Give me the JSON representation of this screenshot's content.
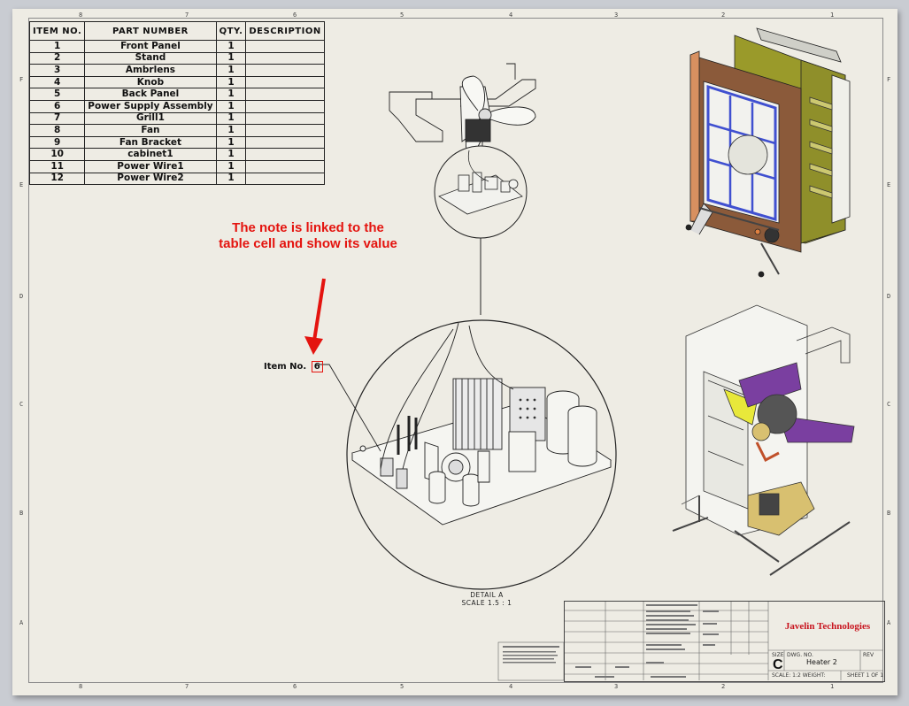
{
  "bom": {
    "headers": [
      "ITEM NO.",
      "PART NUMBER",
      "QTY.",
      "DESCRIPTION"
    ],
    "rows": [
      {
        "item": "1",
        "part": "Front Panel",
        "qty": "1",
        "desc": ""
      },
      {
        "item": "2",
        "part": "Stand",
        "qty": "1",
        "desc": ""
      },
      {
        "item": "3",
        "part": "Ambrlens",
        "qty": "1",
        "desc": ""
      },
      {
        "item": "4",
        "part": "Knob",
        "qty": "1",
        "desc": ""
      },
      {
        "item": "5",
        "part": "Back Panel",
        "qty": "1",
        "desc": ""
      },
      {
        "item": "6",
        "part": "Power Supply Assembly",
        "qty": "1",
        "desc": ""
      },
      {
        "item": "7",
        "part": "Grill1",
        "qty": "1",
        "desc": ""
      },
      {
        "item": "8",
        "part": "Fan",
        "qty": "1",
        "desc": ""
      },
      {
        "item": "9",
        "part": "Fan Bracket",
        "qty": "1",
        "desc": ""
      },
      {
        "item": "10",
        "part": "cabinet1",
        "qty": "1",
        "desc": ""
      },
      {
        "item": "11",
        "part": "Power Wire1",
        "qty": "1",
        "desc": ""
      },
      {
        "item": "12",
        "part": "Power Wire2",
        "qty": "1",
        "desc": ""
      }
    ]
  },
  "callout": {
    "text": "The note is linked to the table cell and show its value",
    "color": "#e4140f"
  },
  "item_note": {
    "label": "Item No.",
    "value": "6"
  },
  "detail": {
    "line1": "DETAIL A",
    "line2": "SCALE 1.5 : 1"
  },
  "title_block": {
    "company": "Javelin Technologies",
    "size_label": "SIZE",
    "size": "C",
    "dwg_label": "DWG. NO.",
    "title": "Heater 2",
    "rev_label": "REV",
    "scale_weight": "SCALE: 1:2   WEIGHT:",
    "sheet": "SHEET 1 OF 1"
  },
  "zones": {
    "top": [
      "8",
      "7",
      "6",
      "5",
      "4",
      "3",
      "2",
      "1"
    ],
    "side": [
      "F",
      "E",
      "D",
      "C",
      "B",
      "A"
    ]
  },
  "colors": {
    "accent": "#e4140f",
    "company": "#c8141e",
    "sheet": "#eeece4",
    "heater_body": "#9a9a2a",
    "heater_front": "#8b5a3a"
  }
}
